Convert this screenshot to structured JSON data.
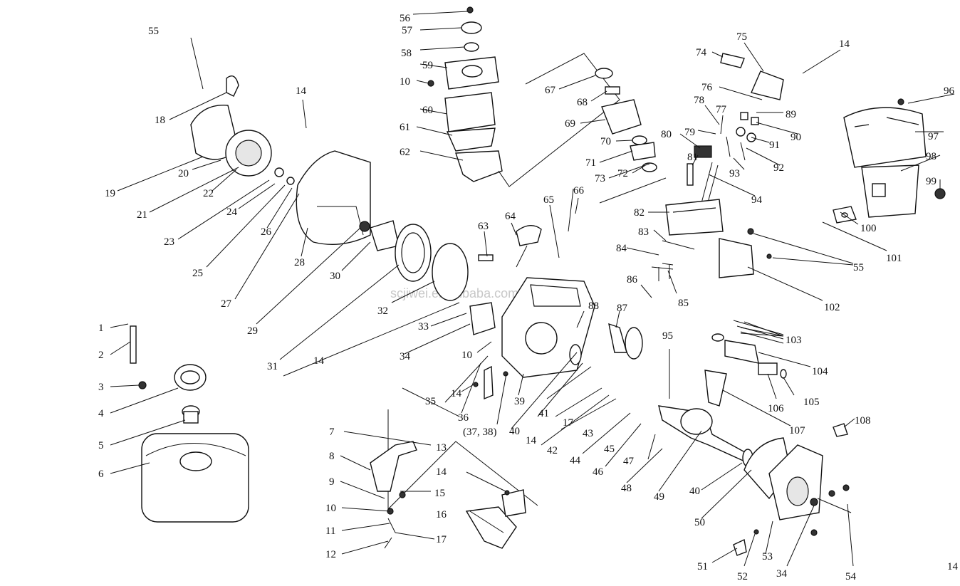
{
  "watermark": "scjiwei.en.alibaba.com",
  "labels": {
    "l1": "1",
    "l2": "2",
    "l3": "3",
    "l4": "4",
    "l5": "5",
    "l6": "6",
    "l7": "7",
    "l8": "8",
    "l9": "9",
    "l10a": "10",
    "l10b": "10",
    "l10c": "10",
    "l11": "11",
    "l12": "12",
    "l13": "13",
    "l14a": "14",
    "l14b": "14",
    "l14c": "14",
    "l14d": "14",
    "l14e": "14",
    "l14f": "14",
    "l14g": "14",
    "l15": "15",
    "l16": "16",
    "l17a": "17",
    "l17b": "17",
    "l18": "18",
    "l19": "19",
    "l20": "20",
    "l21": "21",
    "l22": "22",
    "l23": "23",
    "l24": "24",
    "l25": "25",
    "l26": "26",
    "l27": "27",
    "l28": "28",
    "l29": "29",
    "l30": "30",
    "l31": "31",
    "l32": "32",
    "l33": "33",
    "l34a": "34",
    "l34b": "34",
    "l35": "35",
    "l36": "36",
    "l3738": "(37, 38)",
    "l39": "39",
    "l40a": "40",
    "l40b": "40",
    "l41": "41",
    "l42": "42",
    "l43": "43",
    "l44": "44",
    "l45": "45",
    "l46": "46",
    "l47": "47",
    "l48": "48",
    "l49": "49",
    "l50": "50",
    "l51": "51",
    "l52": "52",
    "l53": "53",
    "l54": "54",
    "l55a": "55",
    "l55b": "55",
    "l56": "56",
    "l57": "57",
    "l58": "58",
    "l59": "59",
    "l60": "60",
    "l61": "61",
    "l62": "62",
    "l63": "63",
    "l64": "64",
    "l65": "65",
    "l66": "66",
    "l67": "67",
    "l68": "68",
    "l69": "69",
    "l70": "70",
    "l71": "71",
    "l72": "72",
    "l73": "73",
    "l74": "74",
    "l75": "75",
    "l76": "76",
    "l77": "77",
    "l78": "78",
    "l79": "79",
    "l80": "80",
    "l81": "81",
    "l82": "82",
    "l83": "83",
    "l84": "84",
    "l85": "85",
    "l86": "86",
    "l87": "87",
    "l88": "88",
    "l89": "89",
    "l90": "90",
    "l91": "91",
    "l92": "92",
    "l93": "93",
    "l94": "94",
    "l95": "95",
    "l96": "96",
    "l97": "97",
    "l98": "98",
    "l99": "99",
    "l100": "100",
    "l101": "101",
    "l102": "102",
    "l103": "103",
    "l104": "104",
    "l105": "105",
    "l106": "106",
    "l107": "107",
    "l108": "108"
  }
}
